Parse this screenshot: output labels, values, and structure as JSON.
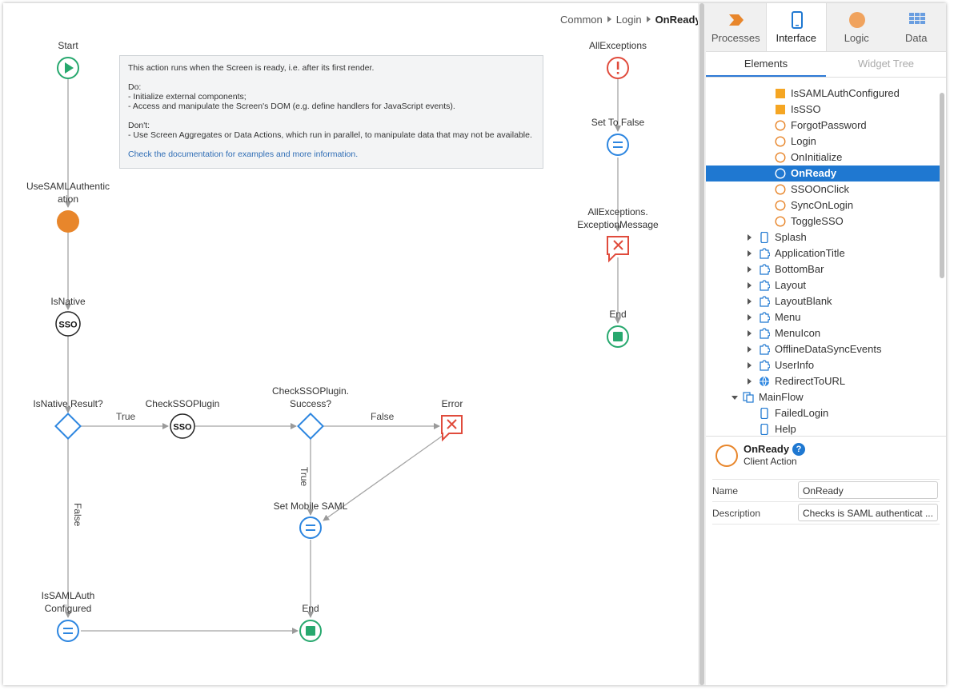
{
  "breadcrumb": {
    "items": [
      "Common",
      "Login"
    ],
    "current": "OnReady"
  },
  "comment": {
    "line1": "This action runs when the Screen is ready, i.e. after its first render.",
    "do": "Do:\n- Initialize external components;\n- Access and manipulate the Screen's DOM (e.g. define handlers for JavaScript events).",
    "dont": "Don't:\n- Use Screen Aggregates or Data Actions, which run in parallel, to manipulate data that may not be available.",
    "link": "Check the documentation for examples and more information."
  },
  "nodes": {
    "start": "Start",
    "use_saml": "UseSAMLAuthentic\nation",
    "is_native": "IsNative",
    "is_native_result": "IsNative.Result?",
    "check_sso_plugin": "CheckSSOPlugin",
    "check_sso_success": "CheckSSOPlugin.\nSuccess?",
    "error": "Error",
    "set_mobile_saml": "Set Mobile SAML",
    "is_saml_configured": "IsSAMLAuth\nConfigured",
    "end_main": "End",
    "all_exceptions": "AllExceptions",
    "set_to_false": "Set To False",
    "exception_message": "AllExceptions.\nExceptionMessage",
    "end_exc": "End",
    "sso_text": "SSO"
  },
  "edges": {
    "true1": "True",
    "false1": "False",
    "true2": "True",
    "false2": "False"
  },
  "tabs": [
    {
      "label": "Processes",
      "icon": "processes-icon"
    },
    {
      "label": "Interface",
      "icon": "interface-icon"
    },
    {
      "label": "Logic",
      "icon": "logic-icon"
    },
    {
      "label": "Data",
      "icon": "data-icon"
    }
  ],
  "subtabs": {
    "elements": "Elements",
    "widget_tree": "Widget Tree"
  },
  "tree": [
    {
      "label": "IsSAMLAuthConfigured",
      "icon": "variable-icon"
    },
    {
      "label": "IsSSO",
      "icon": "variable-icon"
    },
    {
      "label": "ForgotPassword",
      "icon": "client-action-icon"
    },
    {
      "label": "Login",
      "icon": "client-action-icon"
    },
    {
      "label": "OnInitialize",
      "icon": "client-action-icon"
    },
    {
      "label": "OnReady",
      "icon": "client-action-icon",
      "selected": true
    },
    {
      "label": "SSOOnClick",
      "icon": "client-action-icon"
    },
    {
      "label": "SyncOnLogin",
      "icon": "client-action-icon"
    },
    {
      "label": "ToggleSSO",
      "icon": "client-action-icon"
    },
    {
      "label": "Splash",
      "icon": "screen-icon"
    },
    {
      "label": "ApplicationTitle",
      "icon": "block-icon"
    },
    {
      "label": "BottomBar",
      "icon": "block-icon"
    },
    {
      "label": "Layout",
      "icon": "block-icon"
    },
    {
      "label": "LayoutBlank",
      "icon": "block-icon"
    },
    {
      "label": "Menu",
      "icon": "block-icon"
    },
    {
      "label": "MenuIcon",
      "icon": "block-icon"
    },
    {
      "label": "OfflineDataSyncEvents",
      "icon": "block-icon"
    },
    {
      "label": "UserInfo",
      "icon": "block-icon"
    },
    {
      "label": "RedirectToURL",
      "icon": "globe-icon"
    },
    {
      "label": "MainFlow",
      "icon": "flow-icon"
    },
    {
      "label": "FailedLogin",
      "icon": "screen-icon"
    },
    {
      "label": "Help",
      "icon": "screen-icon"
    }
  ],
  "properties": {
    "name": "OnReady",
    "type": "Client Action",
    "fields": [
      {
        "key": "Name",
        "value": "OnReady"
      },
      {
        "key": "Description",
        "value": "Checks is SAML authenticat ..."
      }
    ]
  },
  "colors": {
    "accent": "#1f78d1",
    "orange": "#e8862b",
    "green": "#27a86e",
    "red": "#e04b3c",
    "blue": "#2d86e0"
  }
}
